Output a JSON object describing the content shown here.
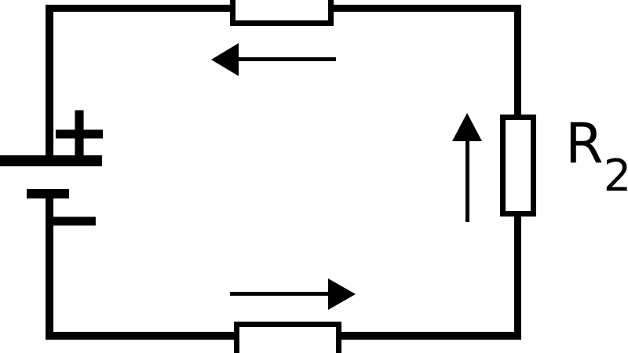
{
  "diagram": {
    "kind": "electrical-circuit",
    "background_color": "#ffffff",
    "line_color": "#000000",
    "battery": {
      "plus_label": "+",
      "minus_label": "−"
    },
    "resistor_right": {
      "label_base": "R",
      "label_subscript": "2"
    },
    "current_arrows": {
      "top_wire_direction": "left",
      "right_wire_direction": "up",
      "bottom_wire_direction": "right"
    }
  }
}
